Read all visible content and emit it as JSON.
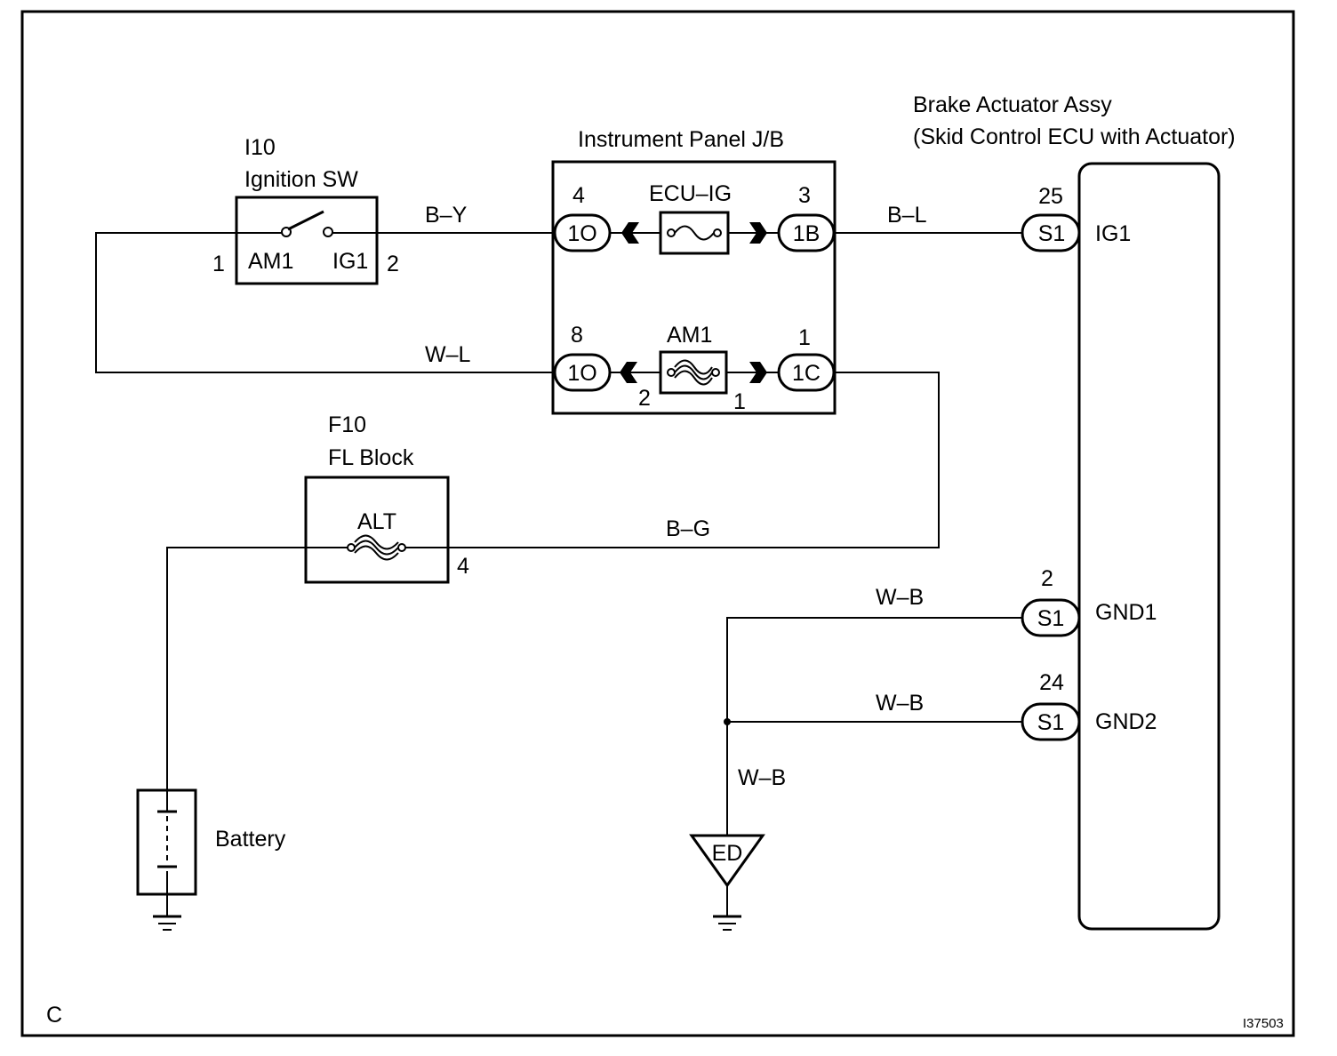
{
  "ignition_switch": {
    "code": "I10",
    "name": "Ignition SW",
    "pin_left": "1",
    "pin_right": "2",
    "term_left": "AM1",
    "term_right": "IG1"
  },
  "junction_block": {
    "name": "Instrument Panel J/B",
    "fuse_top": "ECU–IG",
    "fuse_bottom": "AM1",
    "pin_top_left": "4",
    "pin_top_right": "3",
    "pin_bottom_left": "8",
    "pin_bottom_right": "1",
    "conn_top_left": "1O",
    "conn_top_right": "1B",
    "conn_bottom_left": "1O",
    "conn_bottom_right": "1C",
    "fuse_bottom_pin_left": "2",
    "fuse_bottom_pin_right": "1"
  },
  "fl_block": {
    "code": "F10",
    "name": "FL Block",
    "fuse": "ALT",
    "pin": "4"
  },
  "battery": {
    "label": "Battery"
  },
  "ground": {
    "label": "ED"
  },
  "actuator": {
    "title_line1": "Brake Actuator Assy",
    "title_line2": "(Skid Control ECU with Actuator)",
    "pins": [
      {
        "num": "25",
        "conn": "S1",
        "term": "IG1"
      },
      {
        "num": "2",
        "conn": "S1",
        "term": "GND1"
      },
      {
        "num": "24",
        "conn": "S1",
        "term": "GND2"
      }
    ]
  },
  "wires": {
    "by": "B–Y",
    "wl": "W–L",
    "bl": "B–L",
    "bg": "B–G",
    "wb1": "W–B",
    "wb2": "W–B",
    "wb3": "W–B"
  },
  "corner_code": "C",
  "figure_id": "I37503"
}
